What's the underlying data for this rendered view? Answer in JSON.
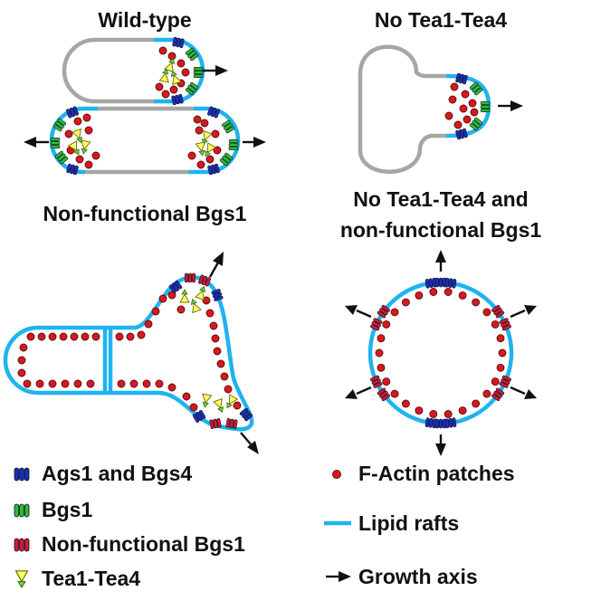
{
  "panels": {
    "wild_type": {
      "title": "Wild-type"
    },
    "no_tea": {
      "title": "No Tea1-Tea4"
    },
    "nonfunctional_bgs1": {
      "title": "Non-functional Bgs1"
    },
    "no_tea_nonfunctional": {
      "title_line1": "No Tea1-Tea4 and",
      "title_line2": "non-functional Bgs1"
    }
  },
  "legend": {
    "ags1_bgs4": "Ags1 and Bgs4",
    "bgs1": "Bgs1",
    "nonfunctional_bgs1": "Non-functional Bgs1",
    "tea1_tea4": "Tea1-Tea4",
    "actin": "F-Actin patches",
    "lipid_rafts": "Lipid rafts",
    "growth_axis": "Growth axis"
  },
  "colors": {
    "ags1_bgs4": "#1a2fb5",
    "bgs1": "#2bbf2b",
    "nonfunctional_bgs1": "#d01a2a",
    "tea1_tea4": "#ffff66",
    "actin": "#d7191f",
    "lipid_rafts": "#1fb3ef",
    "inactive_membrane": "#a6a6a6",
    "growth_axis": "#111111"
  },
  "icons": {
    "ags1_bgs4": "blue-synthase-icon",
    "bgs1": "green-synthase-icon",
    "nonfunctional_bgs1": "red-synthase-icon",
    "tea1_tea4": "yellow-triangle-icon",
    "actin": "red-dot-icon",
    "lipid_rafts": "blue-line-icon",
    "growth_axis": "black-arrow-icon"
  }
}
